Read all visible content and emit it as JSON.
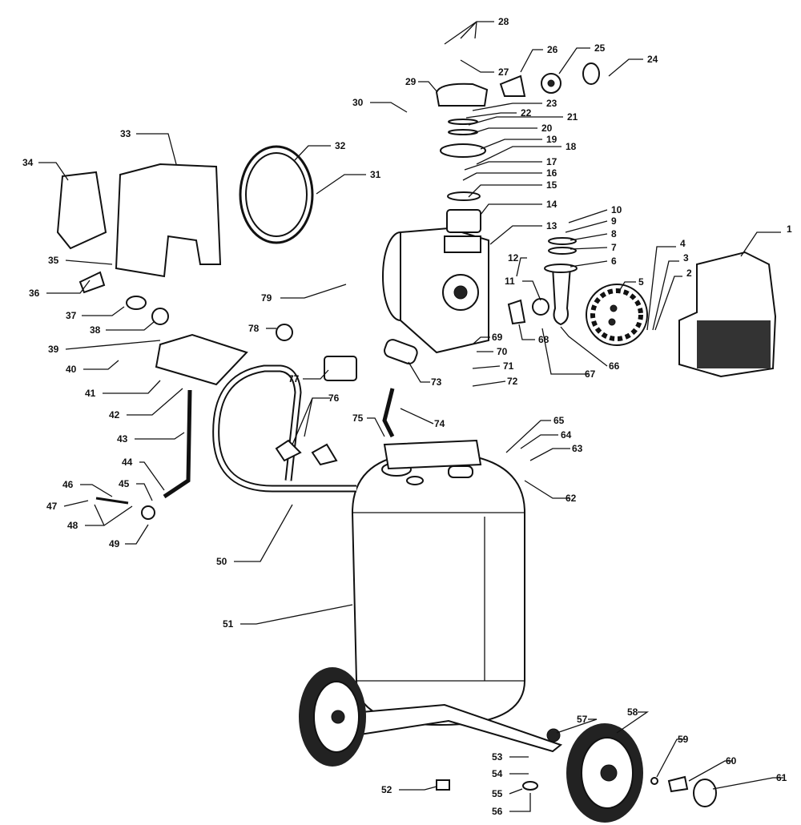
{
  "diagram": {
    "type": "exploded-parts-diagram",
    "callouts": [
      "1",
      "2",
      "3",
      "4",
      "5",
      "6",
      "7",
      "8",
      "9",
      "10",
      "11",
      "12",
      "13",
      "14",
      "15",
      "16",
      "17",
      "18",
      "19",
      "20",
      "21",
      "22",
      "23",
      "24",
      "25",
      "26",
      "27",
      "28",
      "29",
      "30",
      "31",
      "32",
      "33",
      "34",
      "35",
      "36",
      "37",
      "38",
      "39",
      "40",
      "41",
      "42",
      "43",
      "44",
      "45",
      "46",
      "47",
      "48",
      "49",
      "50",
      "51",
      "52",
      "53",
      "54",
      "55",
      "56",
      "57",
      "58",
      "59",
      "60",
      "61",
      "62",
      "63",
      "64",
      "65",
      "66",
      "67",
      "68",
      "69",
      "70",
      "71",
      "72",
      "73",
      "74",
      "75",
      "76",
      "77",
      "78",
      "79"
    ]
  }
}
